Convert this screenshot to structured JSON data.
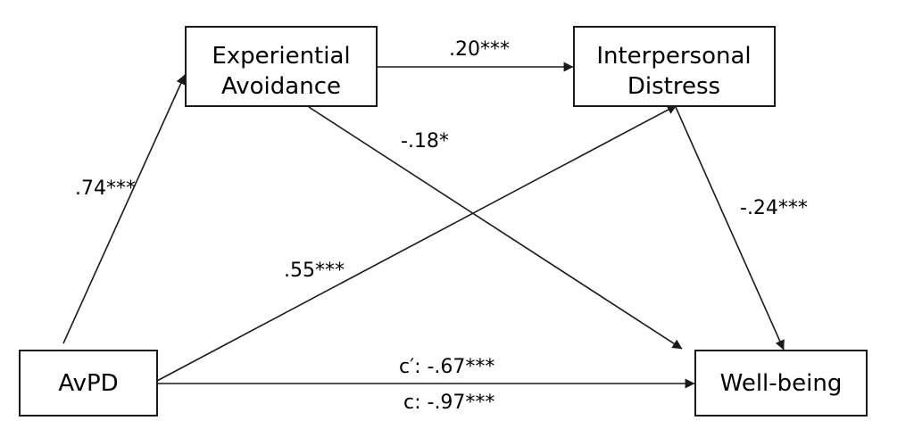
{
  "nodes": {
    "experiential_avoidance": {
      "line1": "Experiential",
      "line2": "Avoidance"
    },
    "interpersonal_distress": {
      "line1": "Interpersonal",
      "line2": "Distress"
    },
    "avpd": {
      "label": "AvPD"
    },
    "well_being": {
      "label": "Well-being"
    }
  },
  "paths": {
    "avpd_to_ea": ".74***",
    "ea_to_id": ".20***",
    "ea_to_wb": "-.18*",
    "avpd_to_id": ".55***",
    "id_to_wb": "-.24***",
    "direct_c_prime": "c′: -.67***",
    "total_c": "c: -.97***"
  },
  "colors": {
    "line": "#1a1a1a",
    "text": "#000000",
    "background": "#ffffff"
  }
}
